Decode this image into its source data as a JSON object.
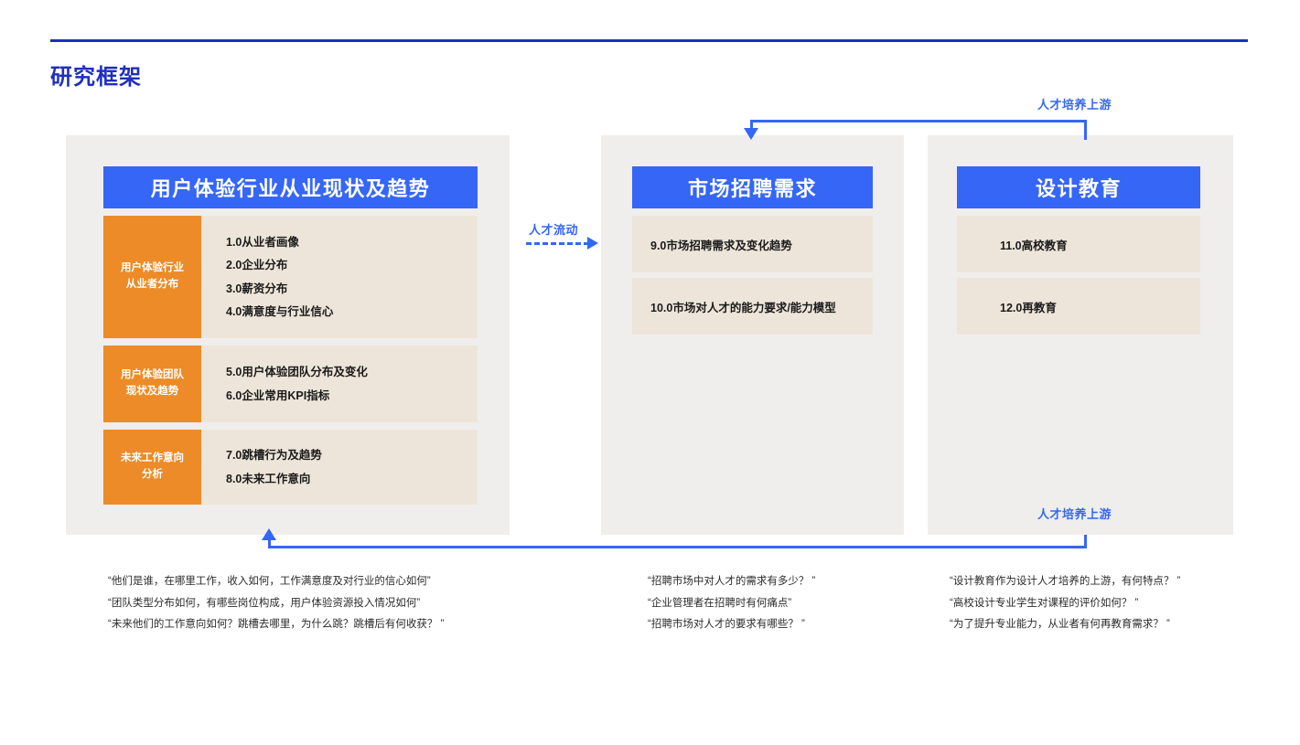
{
  "page": {
    "title": "研究框架",
    "accent_blue": "#1f2fbe",
    "link_blue": "#3566f6",
    "orange": "#ec8b27",
    "beige": "#eee5da",
    "panel_gray": "#efeeec"
  },
  "columns": [
    {
      "header": "用户体验行业从业现状及趋势",
      "rows": [
        {
          "tag": "用户体验行业\n从业者分布",
          "tag_lines": [
            "用户体验行业",
            "从业者分布"
          ],
          "items": [
            "1.0从业者画像",
            "2.0企业分布",
            "3.0薪资分布",
            "4.0满意度与行业信心"
          ]
        },
        {
          "tag_lines": [
            "用户体验团队",
            "现状及趋势"
          ],
          "items": [
            "5.0用户体验团队分布及变化",
            "6.0企业常用KPI指标"
          ]
        },
        {
          "tag_lines": [
            "未来工作意向",
            "分析"
          ],
          "items": [
            "7.0跳槽行为及趋势",
            "8.0未来工作意向"
          ]
        }
      ]
    },
    {
      "header": "市场招聘需求",
      "cards": [
        "9.0市场招聘需求及变化趋势",
        "10.0市场对人才的能力要求/能力模型"
      ]
    },
    {
      "header": "设计教育",
      "cards": [
        "11.0高校教育",
        "12.0再教育"
      ]
    }
  ],
  "connectors": {
    "top_label": "人才培养上游",
    "bottom_label": "人才培养上游",
    "flow_label": "人才流动"
  },
  "footnotes": [
    [
      "“他们是谁，在哪里工作，收入如何，工作满意度及对行业的信心如何”",
      "“团队类型分布如何，有哪些岗位构成，用户体验资源投入情况如何”",
      "“未来他们的工作意向如何？跳槽去哪里，为什么跳？跳槽后有何收获？ ”"
    ],
    [
      "“招聘市场中对人才的需求有多少？ ”",
      "“企业管理者在招聘时有何痛点”",
      "“招聘市场对人才的要求有哪些？ ”"
    ],
    [
      "“设计教育作为设计人才培养的上游，有何特点？ ”",
      "“高校设计专业学生对课程的评价如何？ ”",
      "“为了提升专业能力，从业者有何再教育需求？ ”"
    ]
  ]
}
